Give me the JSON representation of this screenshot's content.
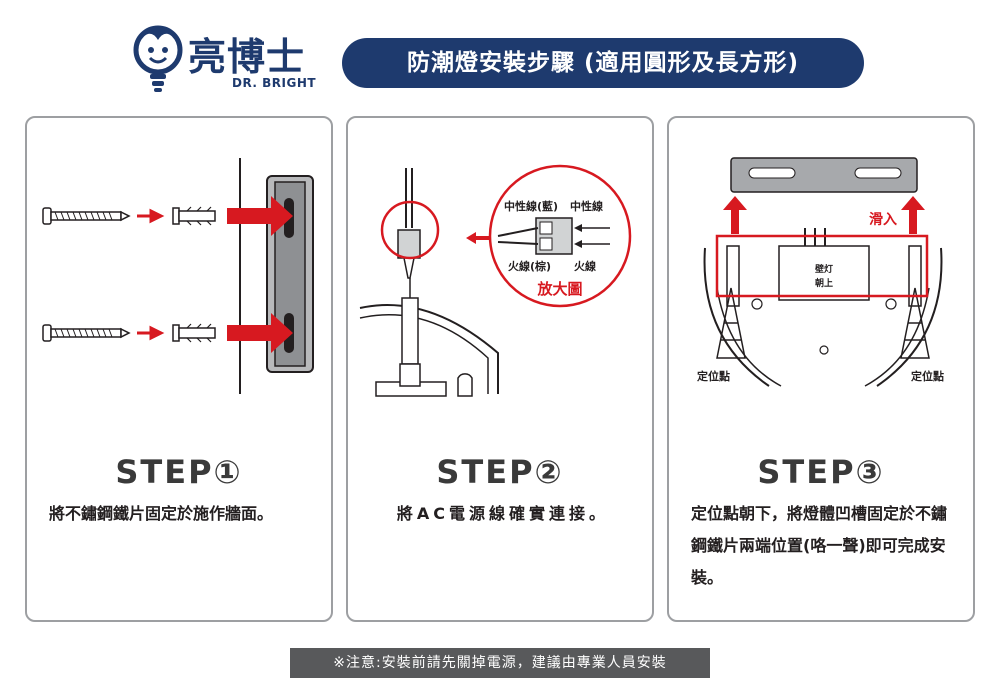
{
  "header": {
    "brand_cn": "亮博士",
    "brand_en": "DR. BRIGHT",
    "title": "防潮燈安裝步驟 (適用圓形及長方形)"
  },
  "colors": {
    "navy": "#1e3a6e",
    "red": "#d71920",
    "gray": "#58595b"
  },
  "steps": [
    {
      "label": "STEP①",
      "description": "將不鏽鋼鐵片固定於施作牆面。"
    },
    {
      "label": "STEP②",
      "description": "將AC電源線確實連接。",
      "callouts": {
        "neutral_blue": "中性線(藍)",
        "neutral": "中性線",
        "live_brown": "火線(棕)",
        "live": "火線",
        "zoom": "放大圖"
      }
    },
    {
      "label": "STEP③",
      "description": "定位點朝下，將燈體凹槽固定於不鏽鋼鐵片兩端位置(咯一聲)即可完成安裝。",
      "callouts": {
        "slide_in": "滑入",
        "mount_line1": "壁灯",
        "mount_line2": "朝上",
        "anchor_left": "定位點",
        "anchor_right": "定位點"
      }
    }
  ],
  "notice": "※注意:安裝前請先關掉電源，建議由專業人員安裝"
}
